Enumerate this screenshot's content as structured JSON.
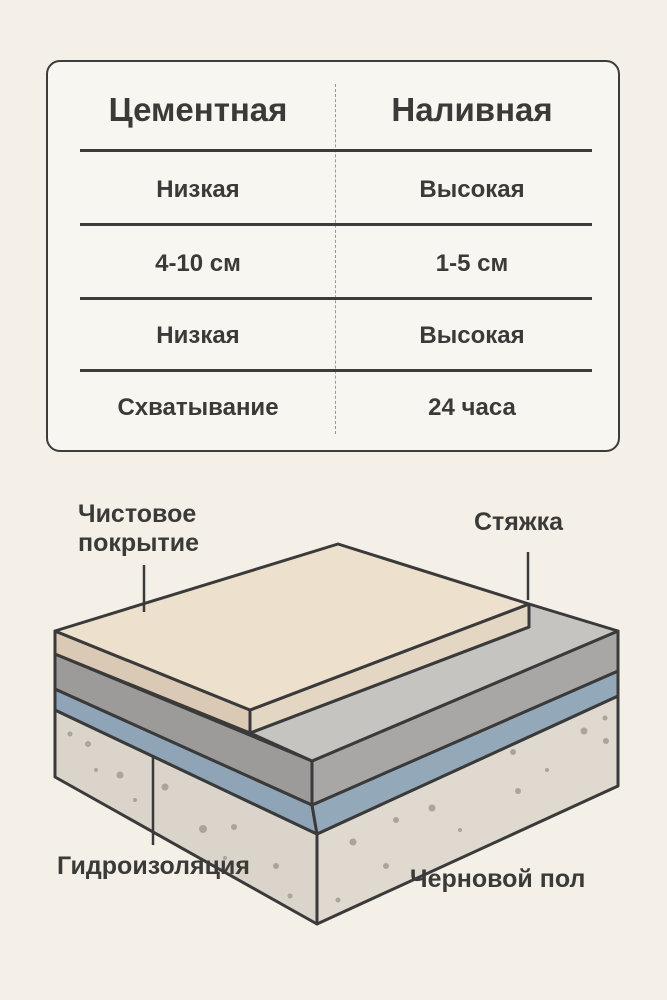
{
  "table": {
    "headers": [
      "Цементная",
      "Наливная"
    ],
    "rows": [
      [
        "Низкая",
        "Высокая"
      ],
      [
        "4-10 см",
        "1-5 см"
      ],
      [
        "Низкая",
        "Высокая"
      ],
      [
        "Схватывание",
        "24 часа"
      ]
    ]
  },
  "diagram": {
    "labels": {
      "finish": "Чистовое покрытие",
      "finish_line1": "Чистовое",
      "finish_line2": "покрытие",
      "screed": "Стяжка",
      "waterproofing": "Гидроизоляция",
      "subfloor": "Черновой пол"
    },
    "colors": {
      "background": "#f4f0e7",
      "finish": "#ede1cd",
      "screed": "#a3a19f",
      "waterproofing": "#8fa4b6",
      "subfloor": "#dcd6cc"
    }
  }
}
